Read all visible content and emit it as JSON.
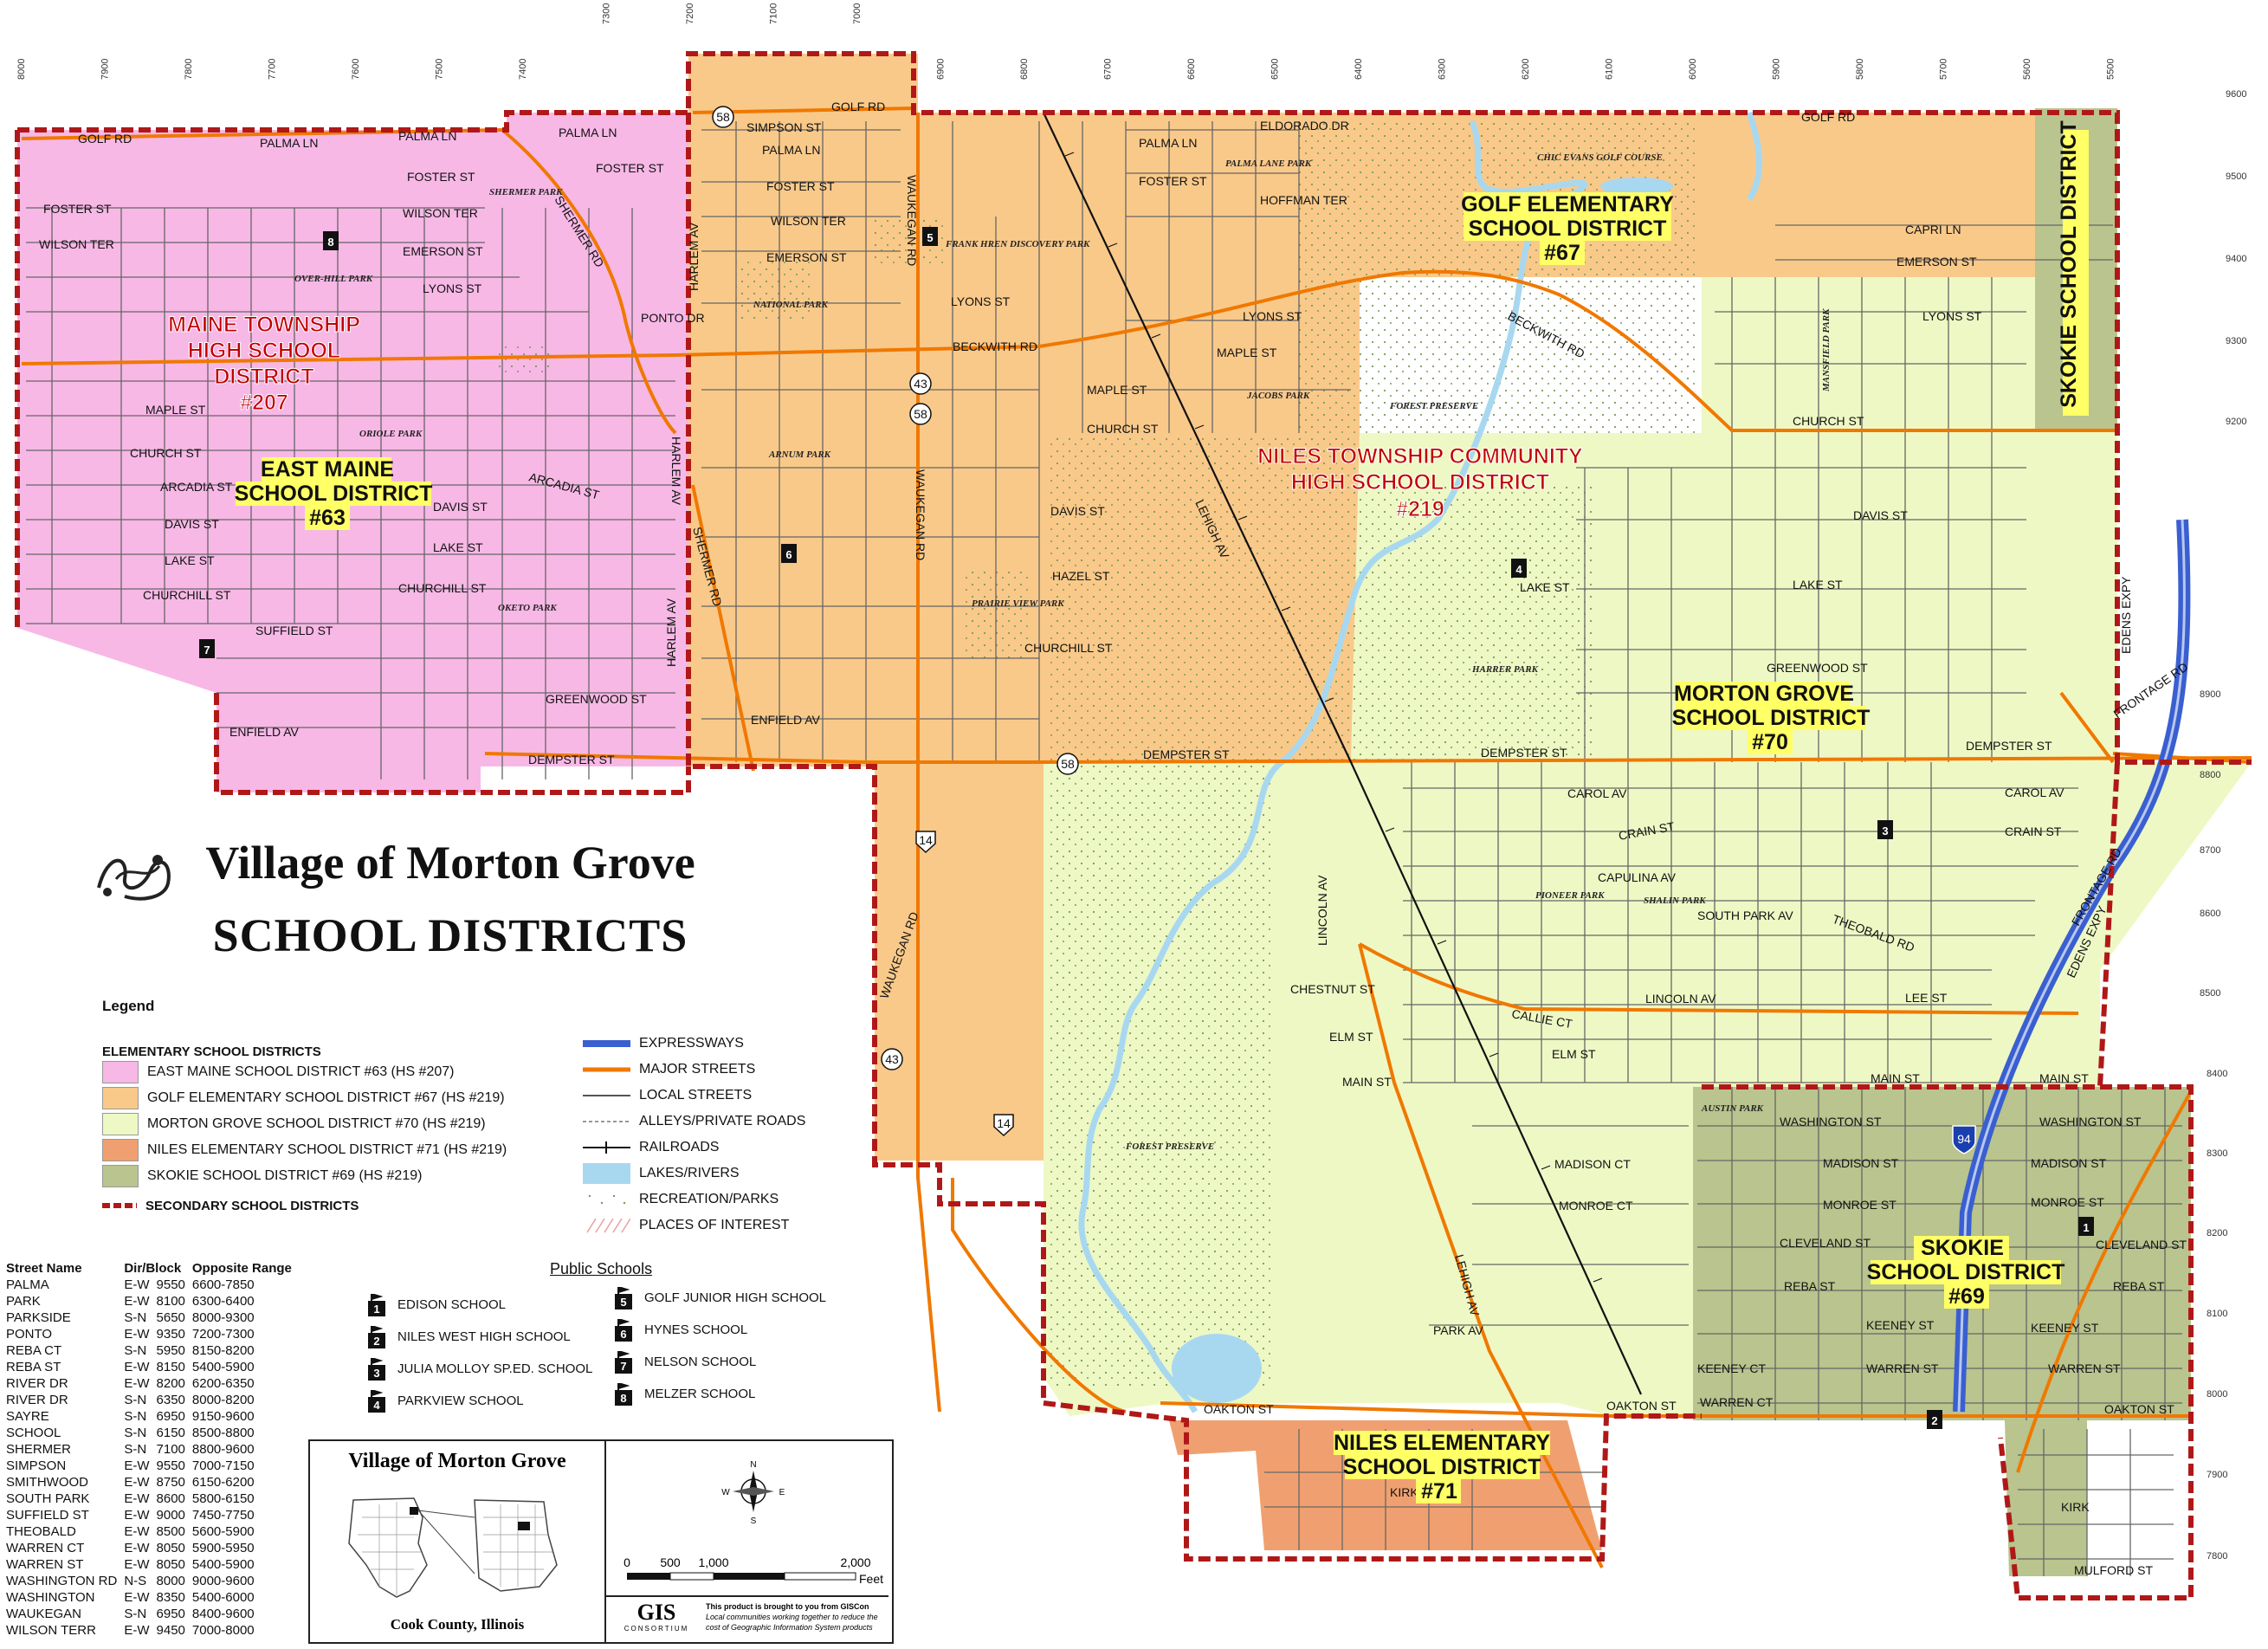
{
  "title": {
    "line1": "Village of Morton Grove",
    "line2": "SCHOOL DISTRICTS"
  },
  "districts": {
    "maine_township": "MAINE TOWNSHIP HIGH SCHOOL DISTRICT #207",
    "maine_township_lines": [
      "MAINE TOWNSHIP",
      "HIGH SCHOOL",
      "DISTRICT",
      "#207"
    ],
    "east_maine_lines": [
      "EAST MAINE",
      "SCHOOL DISTRICT",
      "#63"
    ],
    "golf_lines": [
      "GOLF ELEMENTARY",
      "SCHOOL DISTRICT",
      "#67"
    ],
    "niles_township_lines": [
      "NILES TOWNSHIP COMMUNITY",
      "HIGH SCHOOL DISTRICT",
      "#219"
    ],
    "morton_grove_lines": [
      "MORTON GROVE",
      "SCHOOL DISTRICT",
      "#70"
    ],
    "skokie_69_lines": [
      "SKOKIE",
      "SCHOOL DISTRICT",
      "#69"
    ],
    "niles_elem_lines": [
      "NILES ELEMENTARY",
      "SCHOOL DISTRICT",
      "#71"
    ],
    "skokie_vertical": "SKOKIE SCHOOL DISTRICT"
  },
  "colors": {
    "east_maine": "#f7b8e6",
    "golf": "#f9c98a",
    "morton_grove": "#eef8c4",
    "niles_elem": "#f0a070",
    "skokie": "#b9c48e",
    "major_street": "#f07800",
    "expressway": "#3a5fd0",
    "boundary": "#b01818",
    "lake": "#a8d8f0",
    "district_label_bg": "#ffff66",
    "district_label_red": "#c00000"
  },
  "streets": {
    "golf_rd": "GOLF RD",
    "beckwith_rd": "BECKWITH RD",
    "dempster_st": "DEMPSTER ST",
    "oakton_st": "OAKTON ST",
    "church_st": "CHURCH ST",
    "lake_st": "LAKE ST",
    "main_st": "MAIN ST",
    "lincoln_av": "LINCOLN AV",
    "waukegan_rd": "WAUKEGAN RD",
    "shermer_rd": "SHERMER RD",
    "harlem_av": "HARLEM AV",
    "lehigh_av": "LEHIGH AV",
    "palma_ln": "PALMA LN",
    "foster_st": "FOSTER ST",
    "wilson_ter": "WILSON TER",
    "emerson_st": "EMERSON ST",
    "lyons_st": "LYONS ST",
    "maple_st": "MAPLE ST",
    "arcadia_st": "ARCADIA ST",
    "davis_st": "DAVIS ST",
    "churchill_st": "CHURCHILL ST",
    "suffield_st": "SUFFIELD ST",
    "greenwood_st": "GREENWOOD ST",
    "enfield_av": "ENFIELD AV",
    "hazel_st": "HAZEL ST",
    "simpson_st": "SIMPSON ST",
    "eldorado_dr": "ELDORADO DR",
    "hoffman_ter": "HOFFMAN TER",
    "capri_ln": "CAPRI LN",
    "carol_av": "CAROL AV",
    "crain_st": "CRAIN ST",
    "capulina_av": "CAPULINA AV",
    "south_park_av": "SOUTH PARK AV",
    "lee_st": "LEE ST",
    "elm_st": "ELM ST",
    "madison_ct": "MADISON CT",
    "monroe_ct": "MONROE CT",
    "park_av": "PARK AV",
    "washington_st": "WASHINGTON ST",
    "madison_st": "MADISON ST",
    "monroe_st": "MONROE ST",
    "cleveland_st": "CLEVELAND ST",
    "reba_st": "REBA ST",
    "keeney_st": "KEENEY ST",
    "keeney_ct": "KEENEY CT",
    "warren_st": "WARREN ST",
    "warren_ct": "WARREN CT",
    "mulford_st": "MULFORD ST",
    "kirk": "KIRK",
    "chestnut_st": "CHESTNUT ST",
    "callie_ct": "CALLIE CT",
    "edens_expy": "EDENS EXPY",
    "frontage_rd": "FRONTAGE RD",
    "ponto_dr": "PONTO DR",
    "theobald_rd": "THEOBALD RD"
  },
  "parks": {
    "shermer_park": "SHERMER PARK",
    "overhill_park": "OVER-HILL PARK",
    "oriole_park": "ORIOLE PARK",
    "oketo_park": "OKETO PARK",
    "national_park": "NATIONAL PARK",
    "frank_hren": "FRANK HREN DISCOVERY PARK",
    "arnum_park": "ARNUM PARK",
    "prairie_view": "PRAIRIE VIEW PARK",
    "palma_lane": "PALMA LANE PARK",
    "jacobs_park": "JACOBS PARK",
    "chic_evans": "CHIC EVANS GOLF COURSE",
    "forest_preserve": "FOREST PRESERVE",
    "harrer_park": "HARRER PARK",
    "mansfield_park": "MANSFIELD PARK",
    "pioneer_park": "PIONEER PARK",
    "shalin_park": "SHALIN PARK",
    "austin_park": "AUSTIN PARK"
  },
  "routes": {
    "r58": "58",
    "r43": "43",
    "r14": "14",
    "r94": "94"
  },
  "legend": {
    "heading": "Legend",
    "elementary_heading": "ELEMENTARY SCHOOL DISTRICTS",
    "elementary_items": [
      "EAST MAINE SCHOOL DISTRICT #63 (HS #207)",
      "GOLF ELEMENTARY SCHOOL DISTRICT #67 (HS #219)",
      "MORTON GROVE SCHOOL DISTRICT #70 (HS #219)",
      "NILES ELEMENTARY SCHOOL DISTRICT #71 (HS #219)",
      "SKOKIE SCHOOL DISTRICT #69 (HS #219)"
    ],
    "secondary": "SECONDARY SCHOOL DISTRICTS",
    "line_items": [
      "EXPRESSWAYS",
      "MAJOR STREETS",
      "LOCAL STREETS",
      "ALLEYS/PRIVATE ROADS",
      "RAILROADS",
      "LAKES/RIVERS",
      "RECREATION/PARKS",
      "PLACES OF INTEREST"
    ]
  },
  "schools": {
    "heading": "Public Schools",
    "items": [
      {
        "num": "1",
        "name": "EDISON SCHOOL"
      },
      {
        "num": "2",
        "name": "NILES WEST HIGH SCHOOL"
      },
      {
        "num": "3",
        "name": "JULIA MOLLOY SP.ED. SCHOOL"
      },
      {
        "num": "4",
        "name": "PARKVIEW SCHOOL"
      },
      {
        "num": "5",
        "name": "GOLF JUNIOR HIGH SCHOOL"
      },
      {
        "num": "6",
        "name": "HYNES SCHOOL"
      },
      {
        "num": "7",
        "name": "NELSON SCHOOL"
      },
      {
        "num": "8",
        "name": "MELZER SCHOOL"
      }
    ]
  },
  "street_table": {
    "headers": [
      "Street Name",
      "Dir/Block",
      "Opposite Range"
    ],
    "rows": [
      [
        "PALMA",
        "E-W",
        "9550",
        "6600-7850"
      ],
      [
        "PARK",
        "E-W",
        "8100",
        "6300-6400"
      ],
      [
        "PARKSIDE",
        "S-N",
        "5650",
        "8000-9300"
      ],
      [
        "PONTO",
        "E-W",
        "9350",
        "7200-7300"
      ],
      [
        "REBA CT",
        "S-N",
        "5950",
        "8150-8200"
      ],
      [
        "REBA ST",
        "E-W",
        "8150",
        "5400-5900"
      ],
      [
        "RIVER DR",
        "E-W",
        "8200",
        "6200-6350"
      ],
      [
        "RIVER DR",
        "S-N",
        "6350",
        "8000-8200"
      ],
      [
        "SAYRE",
        "S-N",
        "6950",
        "9150-9600"
      ],
      [
        "SCHOOL",
        "S-N",
        "6150",
        "8500-8800"
      ],
      [
        "SHERMER",
        "S-N",
        "7100",
        "8800-9600"
      ],
      [
        "SIMPSON",
        "E-W",
        "9550",
        "7000-7150"
      ],
      [
        "SMITHWOOD",
        "E-W",
        "8750",
        "6150-6200"
      ],
      [
        "SOUTH PARK",
        "E-W",
        "8600",
        "5800-6150"
      ],
      [
        "SUFFIELD ST",
        "E-W",
        "9000",
        "7450-7750"
      ],
      [
        "THEOBALD",
        "E-W",
        "8500",
        "5600-5900"
      ],
      [
        "WARREN CT",
        "E-W",
        "8050",
        "5900-5950"
      ],
      [
        "WARREN ST",
        "E-W",
        "8050",
        "5400-5900"
      ],
      [
        "WASHINGTON RD",
        "N-S",
        "8000",
        "9000-9600"
      ],
      [
        "WASHINGTON",
        "E-W",
        "8350",
        "5400-6000"
      ],
      [
        "WAUKEGAN",
        "S-N",
        "6950",
        "8400-9600"
      ],
      [
        "WILSON TERR",
        "E-W",
        "9450",
        "7000-8000"
      ]
    ]
  },
  "inset": {
    "title": "Village of Morton Grove",
    "caption": "Cook County, Illinois"
  },
  "scale": {
    "labels": [
      "0",
      "500",
      "1,000",
      "2,000"
    ],
    "unit": "Feet",
    "compass": [
      "N",
      "S",
      "E",
      "W"
    ]
  },
  "gis": {
    "logo": "GIS",
    "sub": "CONSORTIUM",
    "text": "This product is brought to you from GISCon",
    "text2": "Local communities working together to reduce the cost of Geographic Information System products"
  },
  "grid_top": [
    "8000",
    "7900",
    "7800",
    "7700",
    "7600",
    "7500",
    "7400",
    "7300",
    "7200",
    "7100",
    "7000",
    "6900",
    "6800",
    "6700",
    "6600",
    "6500",
    "6400",
    "6300",
    "6200",
    "6100",
    "6000",
    "5900",
    "5800",
    "5700",
    "5600",
    "5500"
  ],
  "grid_right": [
    "9600",
    "9500",
    "9400",
    "9300",
    "9200",
    "8900",
    "8800",
    "8700",
    "8600",
    "8500",
    "8400",
    "8300",
    "8200",
    "8100",
    "8000",
    "7900",
    "7800"
  ]
}
